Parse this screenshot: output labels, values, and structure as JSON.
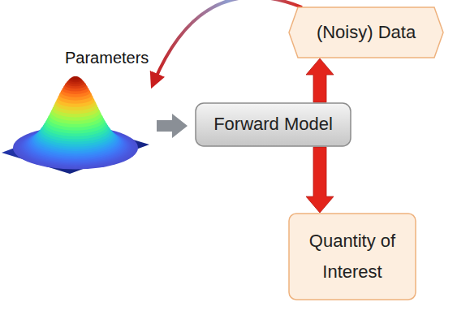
{
  "diagram": {
    "nodes": [
      {
        "text": [
          "(Noisy) Data"
        ]
      },
      {
        "text": [
          "Forward Model"
        ]
      },
      {
        "text": [
          "Quantity of Interest"
        ]
      }
    ],
    "edges": [
      {
        "from": 1,
        "to": 0,
        "arrow": "to"
      },
      {
        "from": 1,
        "to": 2,
        "arrow": "to"
      }
    ],
    "labels": [
      "Parameters"
    ]
  }
}
